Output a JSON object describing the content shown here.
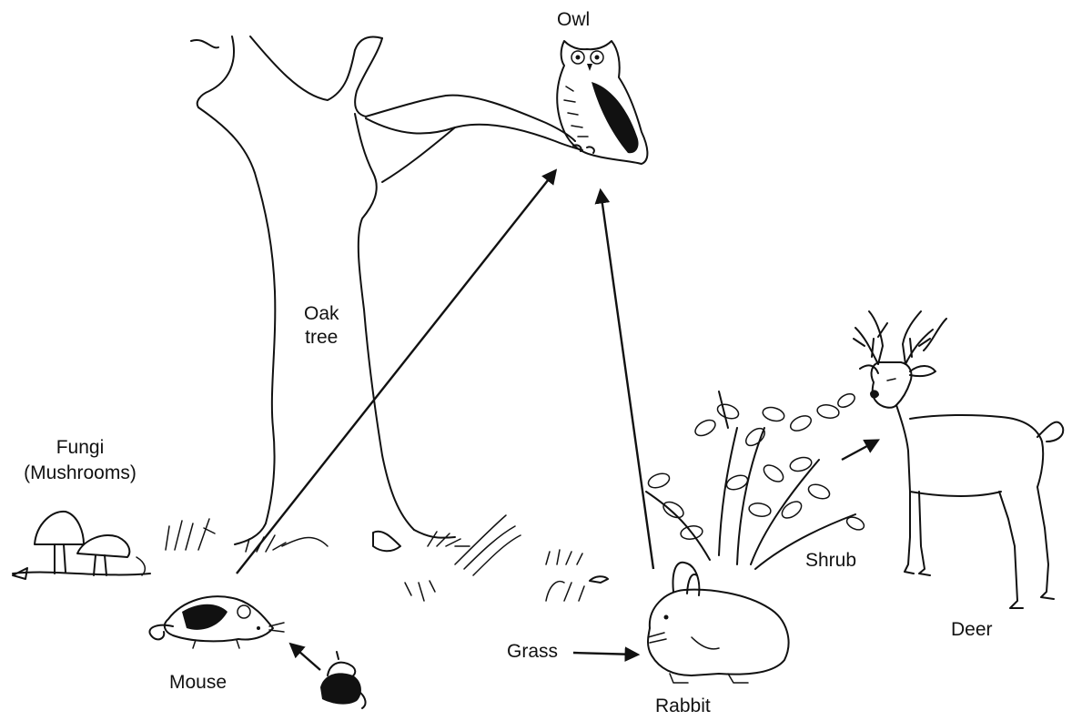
{
  "labels": {
    "owl": "Owl",
    "oak_tree_line1": "Oak",
    "oak_tree_line2": "tree",
    "fungi_line1": "Fungi",
    "fungi_line2": "(Mushrooms)",
    "mouse": "Mouse",
    "grass": "Grass",
    "rabbit": "Rabbit",
    "shrub": "Shrub",
    "deer": "Deer"
  },
  "arrows": [
    {
      "from": "mouse",
      "to": "owl"
    },
    {
      "from": "rabbit",
      "to": "owl"
    },
    {
      "from": "acorn",
      "to": "mouse"
    },
    {
      "from": "grass",
      "to": "rabbit"
    },
    {
      "from": "shrub",
      "to": "deer"
    }
  ],
  "colors": {
    "ink": "#111111",
    "background": "#ffffff"
  }
}
